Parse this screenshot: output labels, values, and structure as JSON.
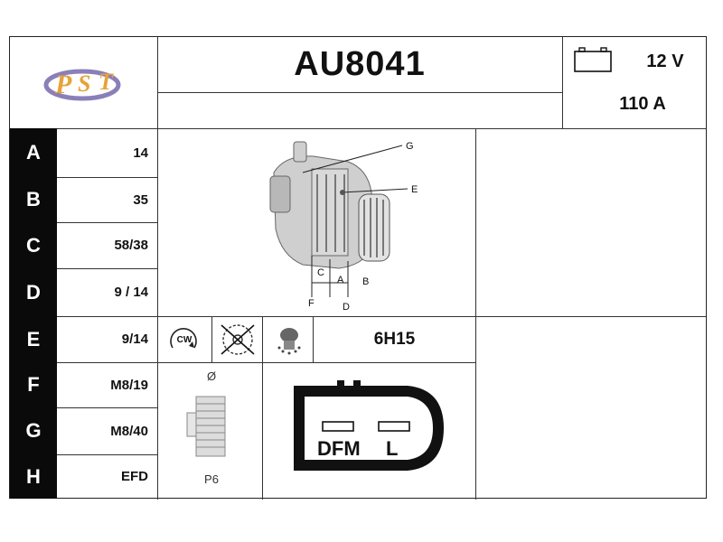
{
  "header": {
    "part_number": "AU8041",
    "voltage": "12 V",
    "amperage": "110 A",
    "battery_icon": "battery-icon",
    "logo_icon": "pst-logo-icon"
  },
  "dimensions": [
    {
      "letter": "A",
      "value": "14"
    },
    {
      "letter": "B",
      "value": "35"
    },
    {
      "letter": "C",
      "value": "58/38"
    },
    {
      "letter": "D",
      "value": "9 / 14"
    },
    {
      "letter": "E",
      "value": "9/14"
    },
    {
      "letter": "F",
      "value": "M8/19"
    },
    {
      "letter": "G",
      "value": "M8/40"
    },
    {
      "letter": "H",
      "value": "EFD"
    }
  ],
  "diagram": {
    "labels": {
      "g": "G",
      "e": "E",
      "c": "C",
      "a": "A",
      "b": "B",
      "f": "F",
      "d": "D"
    }
  },
  "rotation": {
    "cw_label": "CW",
    "pulley_code": "6H15"
  },
  "pulley": {
    "diameter_symbol": "Ø",
    "type": "P6"
  },
  "connector": {
    "left_label": "DFM",
    "right_label": "L"
  }
}
